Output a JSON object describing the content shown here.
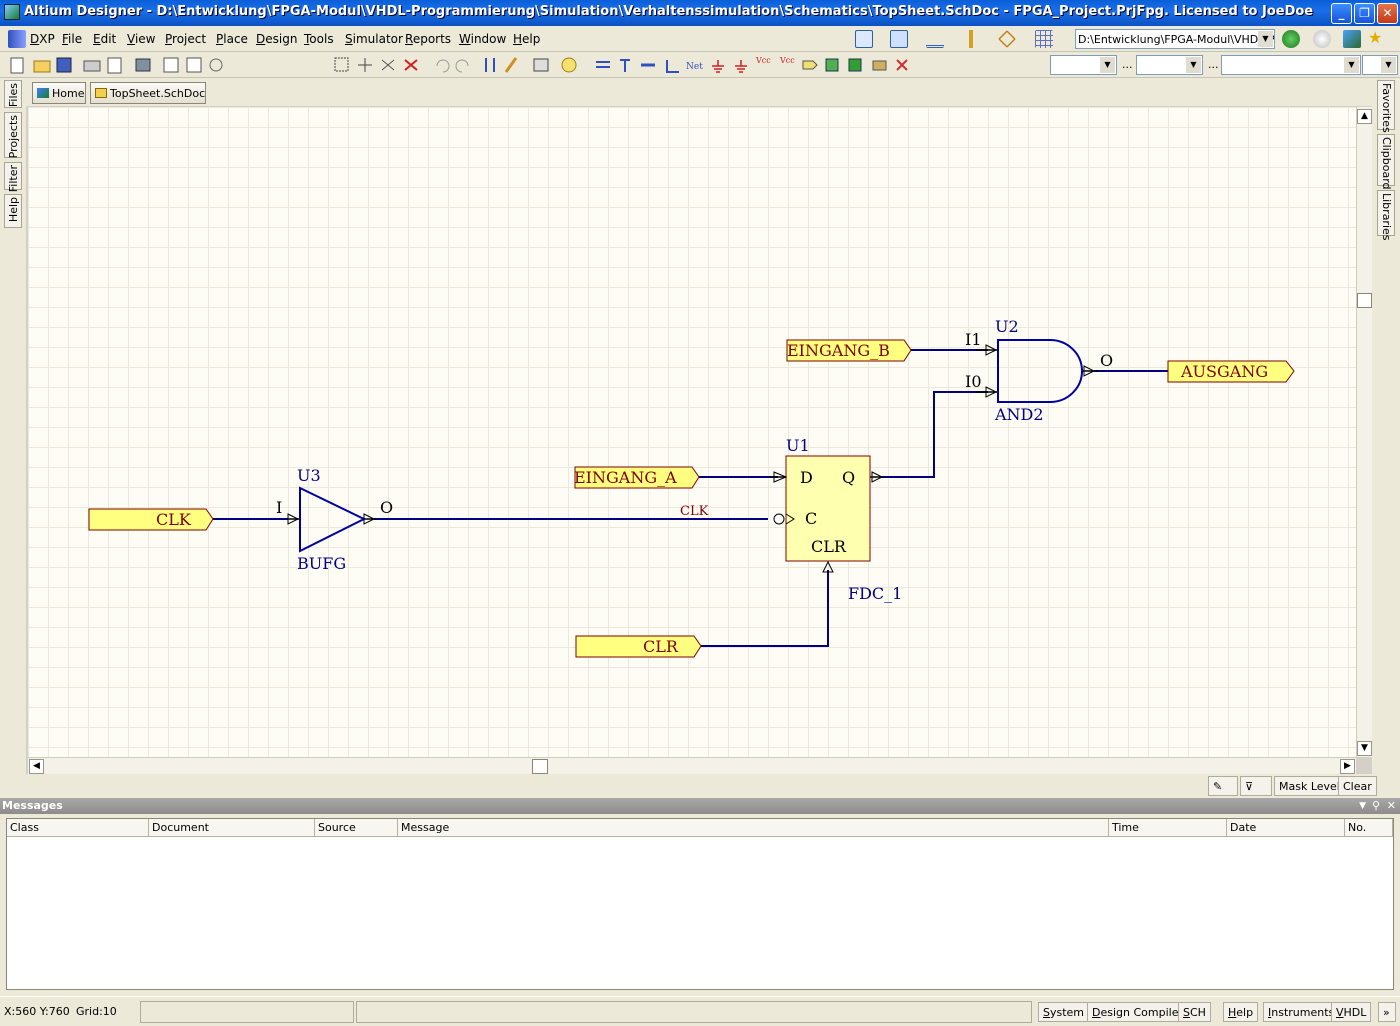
{
  "window": {
    "title": "Altium Designer - D:\\Entwicklung\\FPGA-Modul\\VHDL-Programmierung\\Simulation\\Verhaltenssimulation\\Schematics\\TopSheet.SchDoc - FPGA_Project.PrjFpg. Licensed to JoeDoe",
    "minimize": "_",
    "maximize": "❐",
    "close": "✕"
  },
  "menu": {
    "items": [
      "DXP",
      "File",
      "Edit",
      "View",
      "Project",
      "Place",
      "Design",
      "Tools",
      "Simulator",
      "Reports",
      "Window",
      "Help"
    ],
    "path_combo": "D:\\Entwicklung\\FPGA-Modul\\VHDL-Proj"
  },
  "toolbar": {
    "combo_sep": "..."
  },
  "doc_tabs": {
    "home": "Home",
    "sheet": "TopSheet.SchDoc"
  },
  "left_panels": [
    "Files",
    "Projects",
    "Filter",
    "Help"
  ],
  "right_panels": [
    "Favorites",
    "Clipboard",
    "Libraries"
  ],
  "schematic": {
    "ports": {
      "clk": "CLK",
      "eingang_a": "EINGANG_A",
      "eingang_b": "EINGANG_B",
      "clr": "CLR",
      "ausgang": "AUSGANG"
    },
    "buffer": {
      "designator": "U3",
      "type": "BUFG",
      "pin_in": "I",
      "pin_out": "O"
    },
    "flipflop": {
      "designator": "U1",
      "type": "FDC_1",
      "pin_d": "D",
      "pin_q": "Q",
      "pin_c": "C",
      "pin_clr": "CLR"
    },
    "and_gate": {
      "designator": "U2",
      "type": "AND2",
      "pin_i1": "I1",
      "pin_i0": "I0",
      "pin_o": "O"
    },
    "net_label": "CLK"
  },
  "mask_bar": {
    "mask_level": "Mask Level",
    "clear": "Clear"
  },
  "messages": {
    "title": "Messages",
    "columns": [
      "Class",
      "Document",
      "Source",
      "Message",
      "Time",
      "Date",
      "No."
    ]
  },
  "status": {
    "coords": "X:560 Y:760",
    "grid": "Grid:10",
    "buttons": [
      "System",
      "Design Compiler",
      "SCH",
      "Help",
      "Instruments",
      "VHDL"
    ]
  },
  "colors": {
    "wire": "#000080",
    "port_fill": "#ffff80",
    "port_border": "#800000",
    "text": "#000080",
    "part_fill": "#ffffb0",
    "part_border": "#800000"
  }
}
